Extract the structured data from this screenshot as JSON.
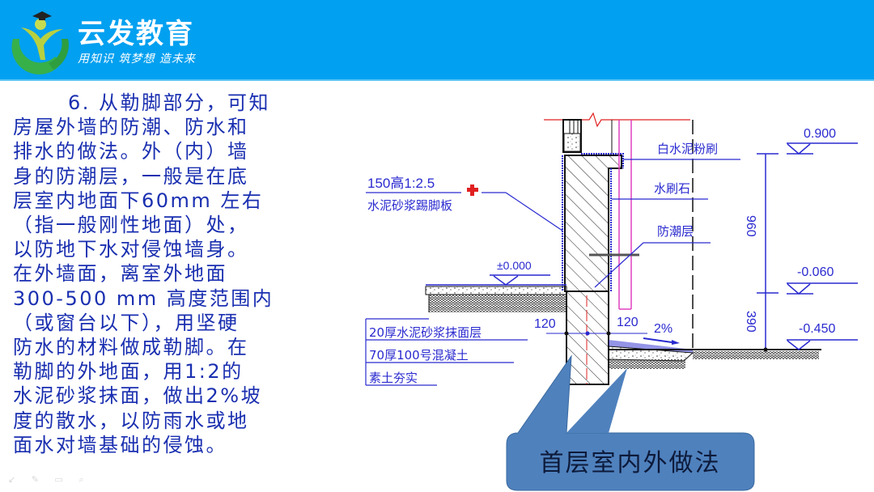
{
  "header": {
    "brand": "云发教育",
    "slogan": "用知识 筑梦想 造未来",
    "bg_color": "#02a0f0"
  },
  "body": {
    "lines": [
      "6. 从勒脚部分，可知",
      "房屋外墙的防潮、防水和",
      "排水的做法。外（内）墙",
      "身的防潮层，一般是在底",
      "层室内地面下60mm 左右",
      "（指一般刚性地面）处，",
      "以防地下水对侵蚀墙身。",
      "在外墙面，离室外地面",
      "300-500 mm 高度范围内",
      "（或窗台以下），用坚硬",
      "防水的材料做成勒脚。在",
      "勒脚的外地面，用1:2的",
      "水泥砂浆抹面，做出2%坡",
      "度的散水，以防雨水或地",
      "面水对墙基础的侵蚀。"
    ],
    "text_color": "#1a2fb0"
  },
  "drawing": {
    "skirting_label_top": "150高1:2.5",
    "skirting_label_bottom": "水泥砂浆踢脚板",
    "label_white_cement": "白水泥粉刷",
    "label_granite": "水刷石",
    "label_dpc": "防潮层",
    "elev_0900": "0.900",
    "elev_000": "±0.000",
    "elev_neg060": "-0.060",
    "elev_neg450": "-0.450",
    "dim_960": "960",
    "dim_390": "390",
    "dim_120_left": "120",
    "dim_120_right": "120",
    "slope": "2%",
    "floor_layers": [
      "20厚水泥砂浆抹面层",
      "70厚100号混凝土",
      "素土夯实"
    ],
    "line_color": "#2a2ad0",
    "accent_pink": "#e040c0",
    "accent_red": "#e02020"
  },
  "callout": {
    "label": "首层室内外做法",
    "fill": "#4f81bd"
  },
  "controls": {
    "icons": [
      "pointer-icon",
      "pen-icon",
      "slides-icon",
      "zoom-icon"
    ],
    "glyphs": "↙ ✎ ▭ ⌕"
  }
}
